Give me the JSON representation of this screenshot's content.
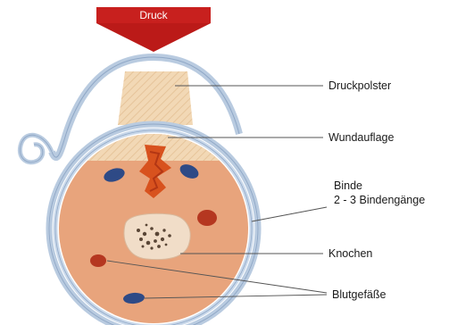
{
  "arrow": {
    "label": "Druck",
    "color": "#c8201e"
  },
  "labels": {
    "druckpolster": "Druckpolster",
    "wundauflage": "Wundauflage",
    "binde_line1": "Binde",
    "binde_line2": "2 - 3 Bindengänge",
    "knochen": "Knochen",
    "blutgefaesse": "Blutgefäße"
  },
  "colors": {
    "tissue": "#e8a47c",
    "bandage": "#b9cbe0",
    "pad": "#efcfa6",
    "wound": "#d8521e",
    "vessel_dark": "#2e4a86",
    "vessel_red": "#b53720",
    "bone": "#f1ddc8"
  }
}
